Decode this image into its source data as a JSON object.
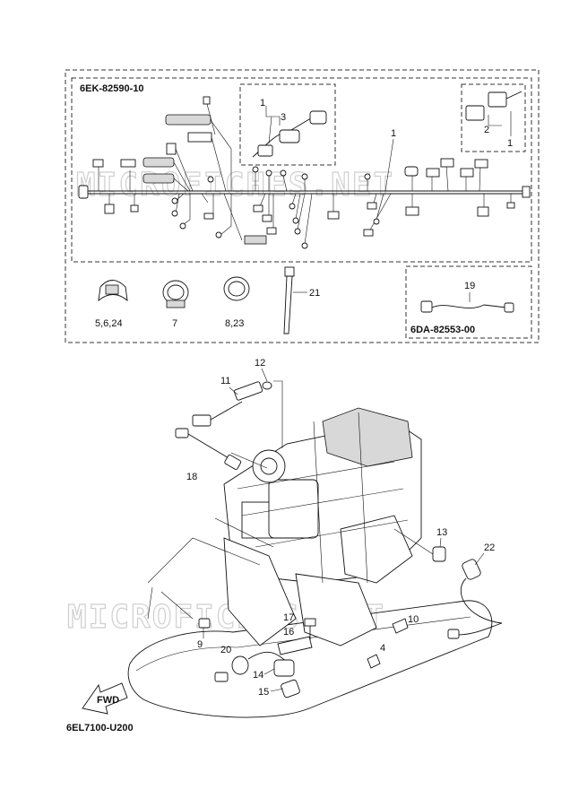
{
  "catalog_codes": {
    "harness_assy": "6EK-82590-10",
    "lead_assy": "6DA-82553-00",
    "figure": "6EL7100-U200"
  },
  "direction_label": "FWD",
  "watermarks": [
    "MICROFICHES.NET",
    "MICROFICHES.NET"
  ],
  "callouts": {
    "c1a": "1",
    "c1b": "1",
    "c1c": "1",
    "c2": "2",
    "c3": "3",
    "c5624": "5,6,24",
    "c7": "7",
    "c823": "8,23",
    "c21": "21",
    "c19": "19",
    "c12": "12",
    "c11": "11",
    "c18": "18",
    "c13": "13",
    "c22": "22",
    "c10": "10",
    "c4": "4",
    "c17": "17",
    "c16": "16",
    "c9": "9",
    "c20": "20",
    "c14": "14",
    "c15": "15"
  },
  "icons": {
    "fwd": "fwd-arrow-icon",
    "harness": "wire-harness-icon",
    "engine": "engine-block-icon"
  }
}
